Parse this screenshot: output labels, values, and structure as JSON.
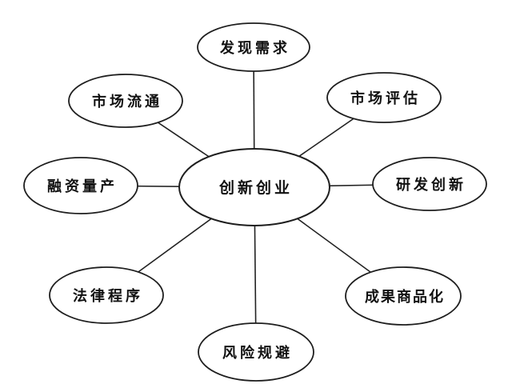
{
  "diagram": {
    "type": "radial-mindmap",
    "background_color": "#ffffff",
    "stroke_color": "#1e1e1e",
    "node_fill_color": "#ffffff",
    "text_color": "#111111",
    "center": {
      "label": "创新创业"
    },
    "nodes": [
      {
        "label": "发现需求",
        "position": "top"
      },
      {
        "label": "市场评估",
        "position": "top-right"
      },
      {
        "label": "研发创新",
        "position": "right"
      },
      {
        "label": "成果商品化",
        "position": "bottom-right"
      },
      {
        "label": "风险规避",
        "position": "bottom"
      },
      {
        "label": "法律程序",
        "position": "bottom-left"
      },
      {
        "label": "融资量产",
        "position": "left"
      },
      {
        "label": "市场流通",
        "position": "top-left"
      }
    ]
  }
}
